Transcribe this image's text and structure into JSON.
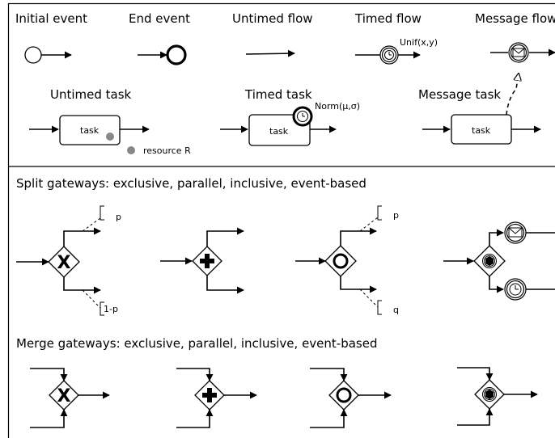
{
  "legend": {
    "initial_event": "Initial event",
    "end_event": "End event",
    "untimed_flow": "Untimed flow",
    "timed_flow": "Timed flow",
    "timed_flow_param": "Unif(x,y)",
    "message_flow": "Message flow",
    "untimed_task": "Untimed task",
    "timed_task": "Timed task",
    "timed_task_param": "Norm(μ,σ)",
    "message_task": "Message task",
    "task_label": "task",
    "resource_label": "resource R"
  },
  "split": {
    "heading": "Split gateways: exclusive, parallel, inclusive, event-based",
    "p": "p",
    "one_minus_p": "1-p",
    "p2": "p",
    "q": "q"
  },
  "merge": {
    "heading": "Merge gateways: exclusive, parallel, inclusive, event-based"
  }
}
